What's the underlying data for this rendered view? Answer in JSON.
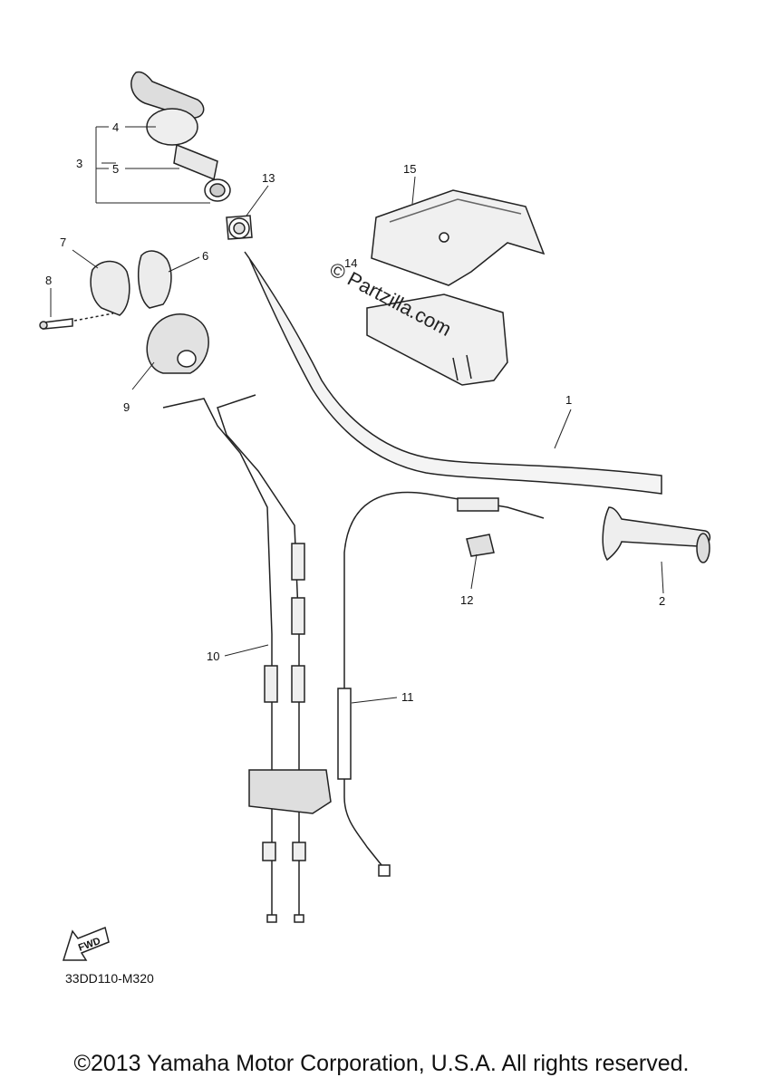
{
  "diagram": {
    "callouts": [
      "1",
      "2",
      "3",
      "4",
      "5",
      "6",
      "7",
      "8",
      "9",
      "10",
      "11",
      "12",
      "13",
      "14",
      "15"
    ],
    "watermark": "© Partzilla.com",
    "fwd_label": "FWD",
    "diagram_code": "33DD110-M320",
    "copyright": "©2013 Yamaha Motor Corporation, U.S.A. All rights reserved."
  }
}
